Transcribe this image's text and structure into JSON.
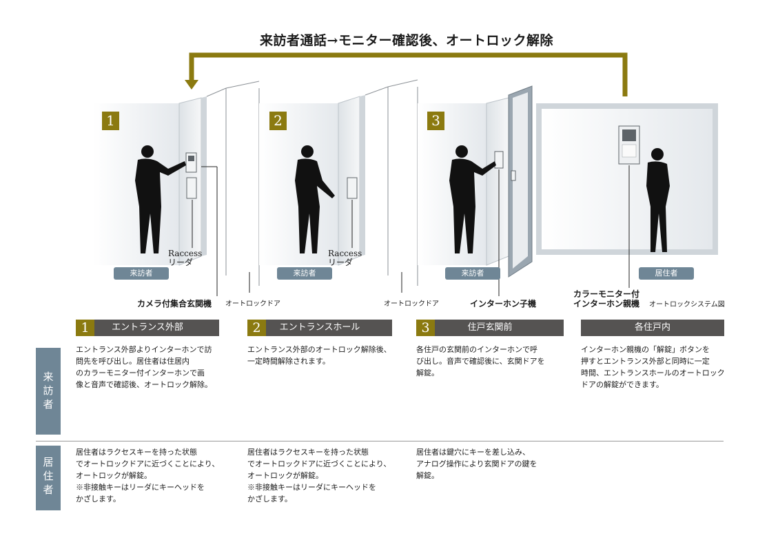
{
  "title": "来訪者通話→モニター確認後、オートロック解除",
  "scene": {
    "steps": [
      "1",
      "2",
      "3"
    ],
    "badges": [
      "来訪者",
      "来訪者",
      "来訪者",
      "居住者"
    ],
    "raccess_reader": {
      "line1": "Raccess",
      "line2": "リーダ"
    },
    "camera_intercom": "カメラ付集合玄関機",
    "autolock_door": "オートロックドア",
    "intercom_sub": "インターホン子機",
    "monitor_label": {
      "line1": "カラーモニター付",
      "line2": "インターホン親機"
    },
    "system_diagram": "オートロックシステム図"
  },
  "colors": {
    "gold": "#8b7a10",
    "slate": "#6f8696",
    "header": "#555352",
    "wall": "#eef0f2"
  },
  "columns": [
    {
      "num": "1",
      "header": "エントランス外部",
      "visitor": [
        "エントランス外部よりインターホンで訪",
        "問先を呼び出し。居住者は住居内",
        "のカラーモニター付インターホンで画",
        "像と音声で確認後、オートロック解除。"
      ],
      "resident": [
        "居住者はラクセスキーを持った状態",
        "でオートロックドアに近づくことにより、",
        "オートロックが解錠。",
        "※非接触キーはリーダにキーヘッドを",
        "かざします。"
      ]
    },
    {
      "num": "2",
      "header": "エントランスホール",
      "visitor": [
        "エントランス外部のオートロック解除後、",
        "一定時間解除されます。"
      ],
      "resident": [
        "居住者はラクセスキーを持った状態",
        "でオートロックドアに近づくことにより、",
        "オートロックが解錠。",
        "※非接触キーはリーダにキーヘッドを",
        "かざします。"
      ]
    },
    {
      "num": "3",
      "header": "住戸玄関前",
      "visitor": [
        "各住戸の玄関前のインターホンで呼",
        "び出し。音声で確認後に、玄関ドアを",
        "解錠。"
      ],
      "resident": [
        "居住者は鍵穴にキーを差し込み、",
        "アナログ操作により玄関ドアの鍵を",
        "解錠。"
      ]
    },
    {
      "num": "",
      "header": "各住戸内",
      "visitor": [
        "インターホン親機の「解錠」ボタンを",
        "押すとエントランス外部と同時に一定",
        "時間、エントランスホールのオートロック",
        "ドアの解錠ができます。"
      ],
      "resident": []
    }
  ],
  "side_labels": {
    "visitor": [
      "来",
      "訪",
      "者"
    ],
    "resident": [
      "居",
      "住",
      "者"
    ]
  }
}
